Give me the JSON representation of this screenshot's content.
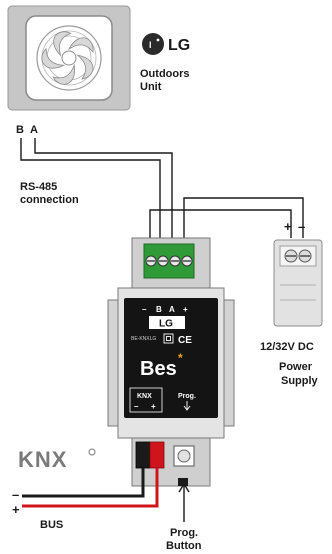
{
  "outdoor_unit": {
    "brand": "LG",
    "label_line1": "Outdoors",
    "label_line2": "Unit"
  },
  "bus_terminals": {
    "b": "B",
    "a": "A"
  },
  "rs485": {
    "line1": "RS-485",
    "line2": "connection"
  },
  "power_supply": {
    "plus": "+",
    "minus": "–",
    "voltage": "12/32V DC",
    "line1": "Power",
    "line2": "Supply"
  },
  "device": {
    "terminal_labels": [
      "–",
      "B",
      "A",
      "+"
    ],
    "brand_badge": "LG",
    "serial_text": "BE-KNXLG",
    "maker": "Bes",
    "knx_label": "KNX",
    "knx_minus": "–",
    "knx_plus": "+",
    "prog_label": "Prog."
  },
  "knx_logo": "KNX",
  "knx_bus": {
    "minus": "–",
    "plus": "+",
    "label": "BUS"
  },
  "prog_button": {
    "line1": "Prog.",
    "line2": "Button"
  },
  "colors": {
    "wire_black": "#1a1a1a",
    "wire_red": "#d0141c",
    "unit_panel": "#c8c8c8",
    "device_body": "#e6e6e6",
    "terminal_green": "#2f9a37",
    "accent_orange": "#f5a100"
  }
}
